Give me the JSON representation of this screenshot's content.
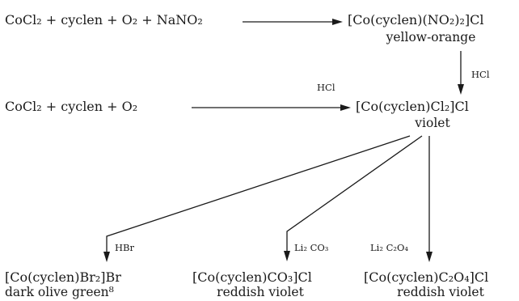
{
  "reactions": {
    "r1": {
      "reactants": "CoCl₂ + cyclen + O₂ + NaNO₂",
      "product": "[Co(cyclen)(NO₂)₂]Cl",
      "product_color": "yellow-orange"
    },
    "r2": {
      "reagent": "HCl"
    },
    "r3": {
      "reactants": "CoCl₂ + cyclen + O₂",
      "reagent": "HCl",
      "product": "[Co(cyclen)Cl₂]Cl",
      "product_color": "violet"
    },
    "r4": {
      "reagent": "HBr",
      "product": "[Co(cyclen)Br₂]Br",
      "product_color": "dark olive green⁸"
    },
    "r5": {
      "reagent": "Li₂ CO₃",
      "product": "[Co(cyclen)CO₃]Cl",
      "product_color": "reddish violet"
    },
    "r6": {
      "reagent": "Li₂ C₂O₄",
      "product": "[Co(cyclen)C₂O₄]Cl",
      "product_color": "reddish violet"
    }
  }
}
